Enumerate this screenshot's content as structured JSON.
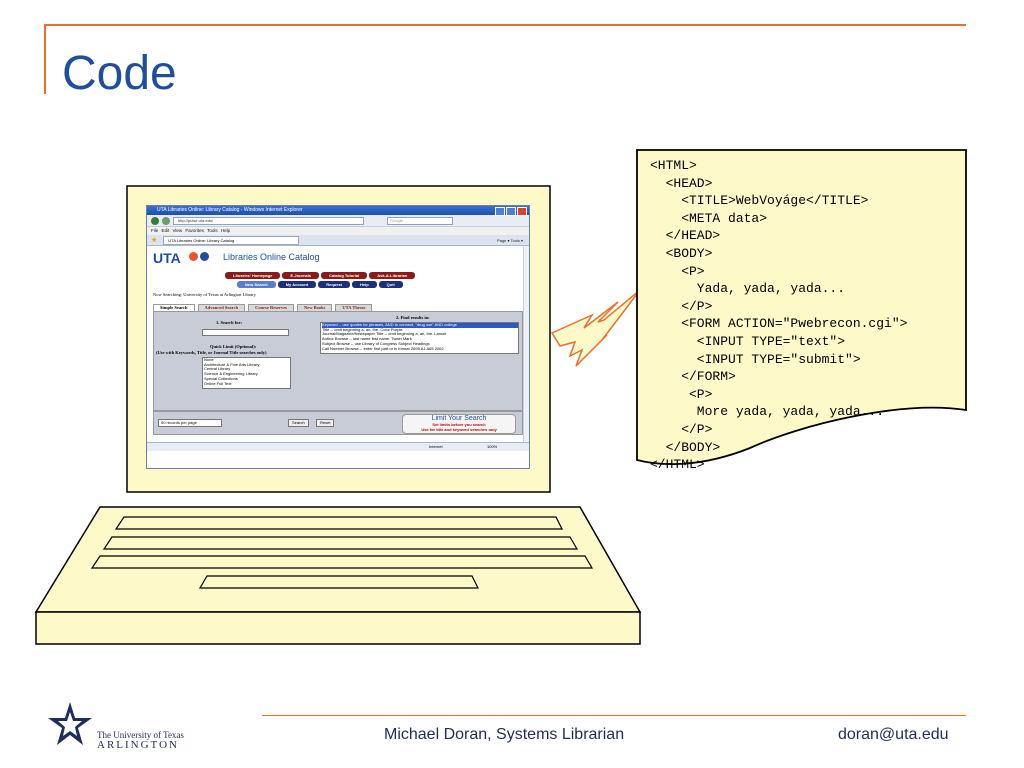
{
  "slide": {
    "title": "Code",
    "accent_color": "#e8702a",
    "title_color": "#1f4e9d"
  },
  "code_page": {
    "fill_color": "#fdf9c9",
    "lines": [
      "<HTML>",
      "  <HEAD>",
      "    <TITLE>WebVoyáge</TITLE>",
      "    <META data>",
      "  </HEAD>",
      "  <BODY>",
      "    <P>",
      "      Yada, yada, yada...",
      "    </P>",
      "    <FORM ACTION=\"Pwebrecon.cgi\">",
      "      <INPUT TYPE=\"text\">",
      "      <INPUT TYPE=\"submit\">",
      "    </FORM>",
      "     <P>",
      "      More yada, yada, yada...",
      "    </P>",
      "  </BODY>",
      "</HTML>"
    ]
  },
  "browser": {
    "window_title": "UTA Libraries Online: Library Catalog - Windows Internet Explorer",
    "url": "http://pulse.uta.edu/",
    "search_placeholder": "Google",
    "menu": "File  Edit  View  Favorites  Tools  Help",
    "tab_label": "UTA Libraries Online: Library Catalog",
    "tools_label": "Page ▾  Tools ▾",
    "brand": "UTA",
    "catalog_title": "Libraries Online Catalog",
    "nav_row1": [
      "Libraries' Homepage",
      "E-Journals",
      "Catalog Tutorial",
      "Ask-A-Librarian"
    ],
    "nav_row2": [
      "New Search",
      "My Account",
      "Request",
      "Help",
      "Quit"
    ],
    "now_searching": "Now Searching: University of Texas at Arlington Library",
    "search_tabs": [
      "Simple Search",
      "Advanced Search",
      "Course Reserves",
      "New Books",
      "UTA Theses"
    ],
    "search_for_label": "1. Search for:",
    "find_results_label": "2. Find results in:",
    "quick_limit_label": "Quick Limit (Optional):",
    "quick_limit_hint": "(Use with Keywords, Title, or Journal Title searches only)",
    "limit_options": [
      "None",
      "Architecture & Fine Arts Library",
      "Central Library",
      "Science & Engineering Library",
      "Special Collections",
      "Online Full Text"
    ],
    "result_options": [
      "Keyword -- use quotes for phrases, AND to connect, \"drug use\" AND college",
      "Title -- omit beginning a, an, the. Color Purple",
      "Journal/Magazine/Newspaper Title -- omit beginning a, an, the. Lancet",
      "Author Browse -- last name first name. Twain Mark",
      "Subject Browse -- use Library of Congress Subject Headings",
      "Call Number Browse -- enter first part or in format Z695 A1 A65 2002"
    ],
    "records_select": "50 records per page",
    "search_button": "Search",
    "reset_button": "Reset",
    "limit_title": "Limit Your Search",
    "limit_line1": "Set limits before you search",
    "limit_line2": "Use for title and keyword searches only",
    "status_zone": "Internet",
    "status_zoom": "100%"
  },
  "footer": {
    "university_line1": "The University of Texas",
    "university_line2": "ARLINGTON",
    "presenter": "Michael Doran, Systems Librarian",
    "email": "doran@uta.edu"
  }
}
